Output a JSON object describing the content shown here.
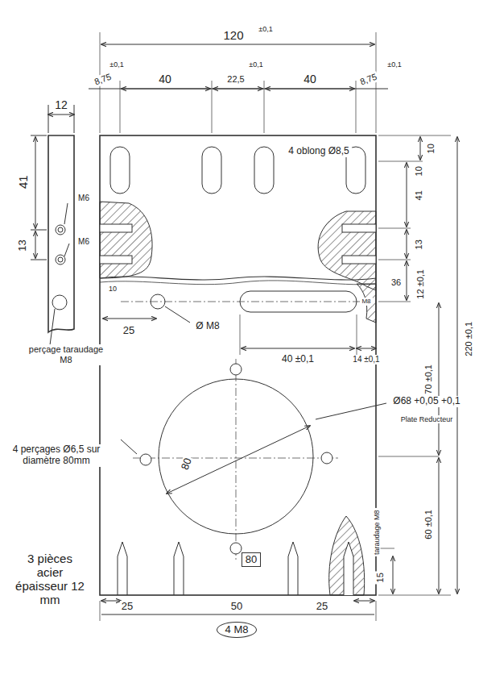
{
  "diagram": {
    "labels": [
      "120",
      "±0,1",
      "8,75",
      "±0,1",
      "40",
      "22,5",
      "±0,1",
      "40",
      "8,75",
      "±0,1",
      "12",
      "41",
      "13",
      "M6",
      "M6",
      "perçage taraudage M8",
      "4 oblong Ø8,5",
      "10",
      "10",
      "41",
      "13",
      "36",
      "12 ±0,1",
      "220 ±0,1",
      "70 ±0,1",
      "60 ±0,1",
      "15",
      "10",
      "25",
      "Ø M8",
      "M8",
      "40 ±0,1",
      "14 ±0,1",
      "Ø68 +0,05 +0,1",
      "Plate Reducteur",
      "4 perçages Ø6,5 sur diamètre 80mm",
      "80",
      "80",
      "taraudage M8",
      "3 pièces acier épaisseur 12 mm",
      "25",
      "50",
      "25",
      "4 M8"
    ]
  }
}
